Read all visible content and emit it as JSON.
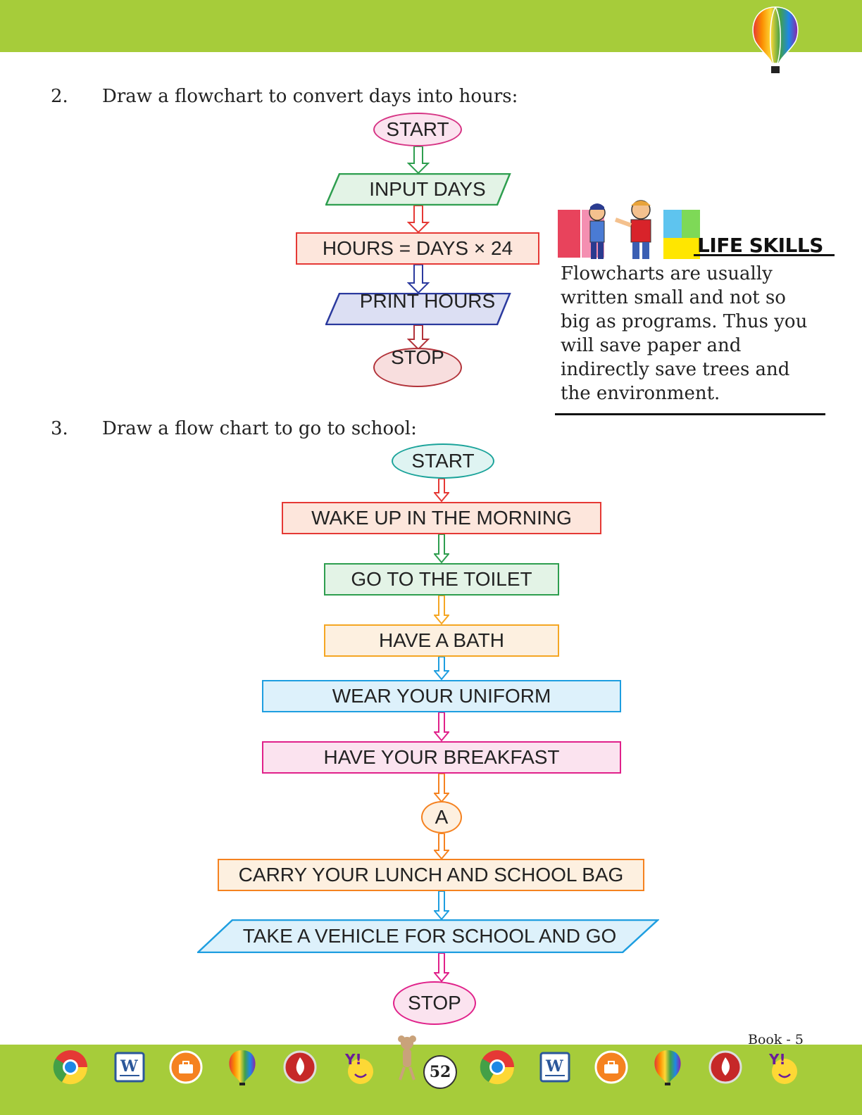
{
  "q2": {
    "number": "2.",
    "text": "Draw a flowchart to convert days into hours:",
    "nodes": {
      "start": "START",
      "input": "INPUT DAYS",
      "process": "HOURS = DAYS × 24",
      "print": "PRINT HOURS",
      "stop": "STOP"
    }
  },
  "life_skills": {
    "title": "LIFE SKILLS",
    "lines": [
      "Flowcharts are usually",
      "written small and not so",
      "big as programs. Thus you",
      "will save paper and",
      "indirectly save trees and",
      "the environment."
    ]
  },
  "q3": {
    "number": "3.",
    "text": "Draw a flow chart to go to school:",
    "nodes": {
      "start": "START",
      "wake": "WAKE UP IN THE MORNING",
      "toilet": "GO TO THE TOILET",
      "bath": "HAVE A BATH",
      "uniform": "WEAR YOUR UNIFORM",
      "breakfast": "HAVE YOUR BREAKFAST",
      "connector": "A",
      "lunch": "CARRY YOUR LUNCH AND SCHOOL BAG",
      "vehicle": "TAKE A VEHICLE FOR SCHOOL AND GO",
      "stop": "STOP"
    }
  },
  "footer": {
    "book_label": "Book - 5",
    "page_number": "52",
    "icons": [
      "chrome-icon",
      "word-icon",
      "toolbox-icon",
      "balloon-icon",
      "flame-icon",
      "yahoo-icon",
      "mouse-mascot-icon",
      "chrome-icon",
      "word-icon",
      "toolbox-icon",
      "balloon-icon",
      "flame-icon",
      "yahoo-icon"
    ]
  },
  "colors": {
    "top_bar": "#a6cc3a",
    "bottom_bar": "#a6cc3a"
  }
}
